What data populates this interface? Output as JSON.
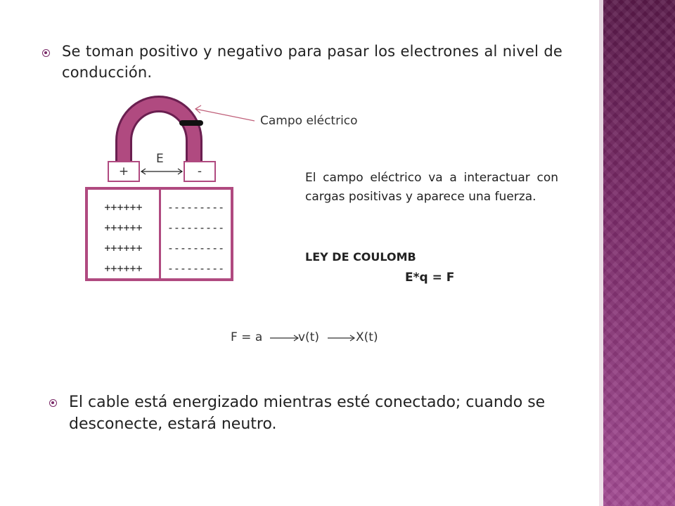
{
  "slide": {
    "bullets": [
      "Se toman positivo y negativo para pasar los electrones al nivel de conducción.",
      "El cable está energizado mientras esté conectado; cuando se desconecte, estará neutro."
    ],
    "diagram": {
      "field_label": "Campo eléctrico",
      "e_label": "E",
      "plus_terminal": "+",
      "minus_terminal": "-",
      "positive_charges": [
        "++++++",
        "++++++",
        "++++++",
        "++++++"
      ],
      "negative_charges": [
        "---------",
        "---------",
        "---------",
        "---------"
      ]
    },
    "explanation": "El campo eléctrico va a interactuar con cargas positivas y aparece una fuerza.",
    "law_title": "LEY DE COULOMB",
    "law_formula": "E*q = F",
    "equation": {
      "f_part": "F = a",
      "v_part": "v(t)",
      "x_part": "X(t)"
    }
  },
  "colors": {
    "accent": "#7a2a68",
    "magnet": "#b04a80",
    "band_top": "#5a1a4a",
    "band_bottom": "#a24a92"
  }
}
